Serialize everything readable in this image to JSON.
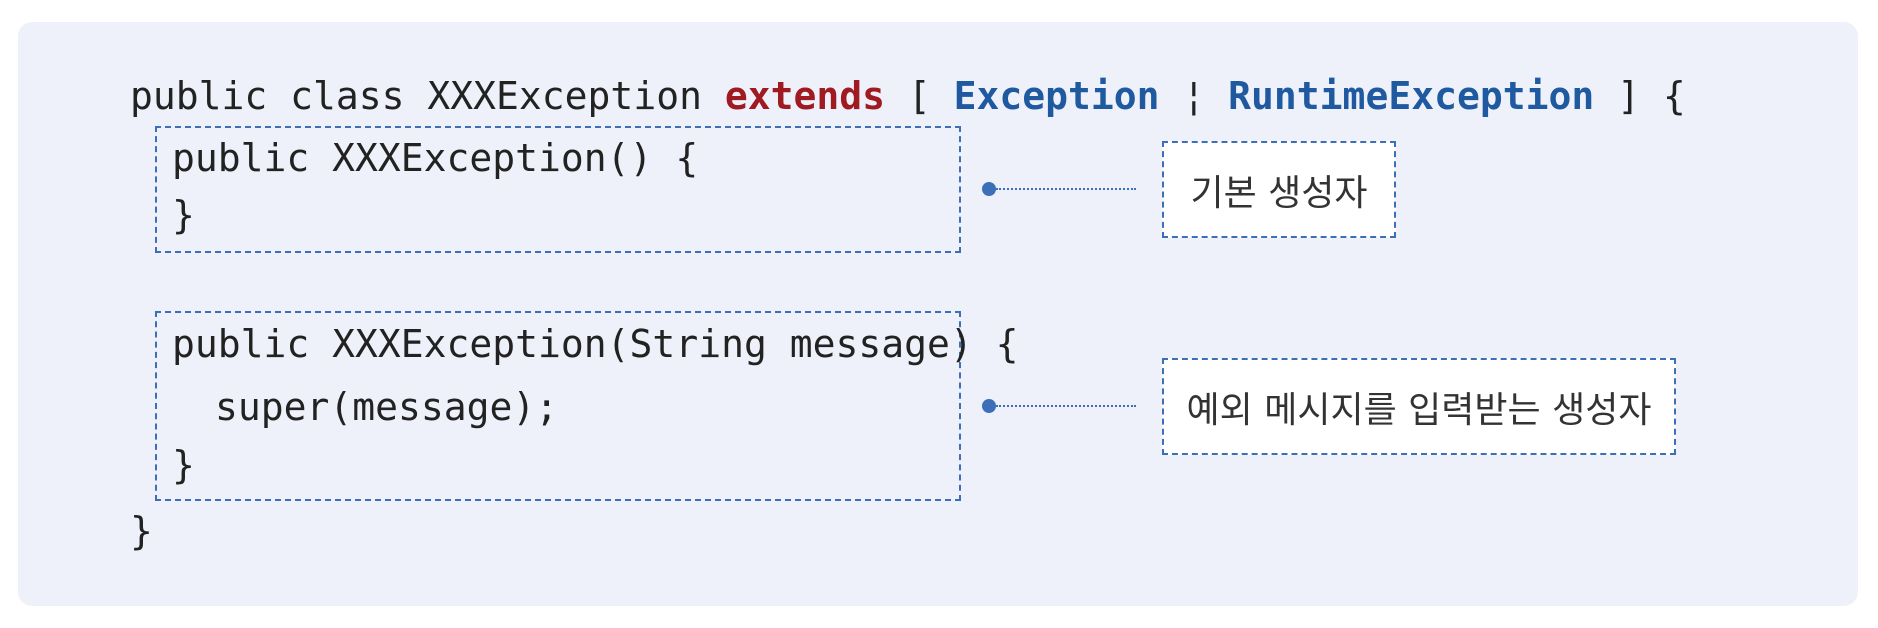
{
  "code": {
    "class_decl": {
      "prefix": "public class XXXException ",
      "extends": "extends",
      "open_bracket": " [ ",
      "exception": "Exception",
      "sep": " ¦ ",
      "runtime_exception": "RuntimeException",
      "close": " ] {"
    },
    "ctor1_open": "public XXXException() {",
    "ctor1_close": "}",
    "ctor2_open": "public XXXException(String message) {",
    "ctor2_body": "super(message);",
    "ctor2_close": "}",
    "class_close": "}"
  },
  "annotations": {
    "default_ctor": "기본 생성자",
    "message_ctor": "예외 메시지를 입력받는 생성자"
  },
  "colors": {
    "panel_bg": "#eef1f9",
    "accent_blue": "#1f5aa0",
    "accent_red": "#a01a22",
    "dash_blue": "#3d6fb8"
  }
}
